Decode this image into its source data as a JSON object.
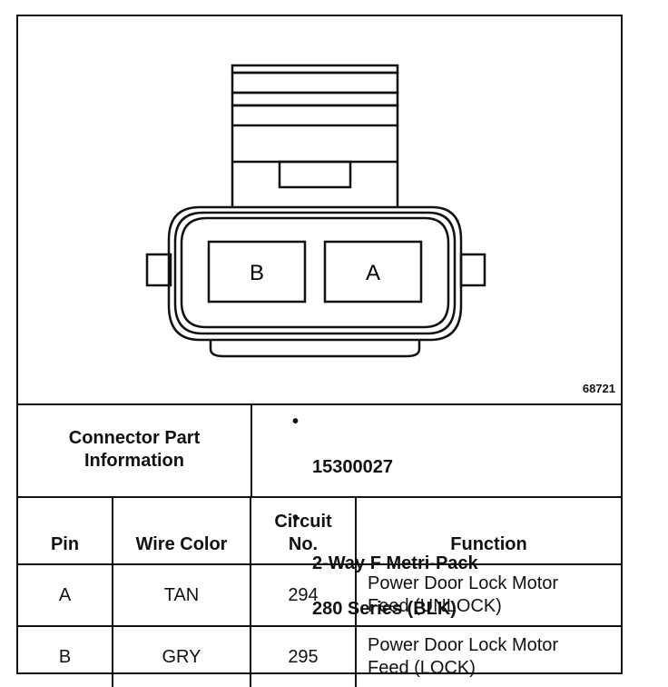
{
  "figure": {
    "number": "68721"
  },
  "connector": {
    "cavities": [
      {
        "label": "B"
      },
      {
        "label": "A"
      }
    ]
  },
  "connector_info": {
    "label_line1": "Connector Part",
    "label_line2": "Information",
    "items": [
      {
        "bullet": "•",
        "text": "15300027"
      },
      {
        "bullet": "•",
        "text": "2-Way F Metri-Pack",
        "text2": "280 Series (BLK)"
      }
    ]
  },
  "pin_table": {
    "headers": {
      "pin": "Pin",
      "wire_color": "Wire Color",
      "circuit_line1": "Circuit",
      "circuit_line2": "No.",
      "function": "Function"
    },
    "rows": [
      {
        "pin": "A",
        "wire_color": "TAN",
        "circuit": "294",
        "function_line1": "Power Door Lock Motor",
        "function_line2": "Feed (UNLOCK)"
      },
      {
        "pin": "B",
        "wire_color": "GRY",
        "circuit": "295",
        "function_line1": "Power Door Lock Motor",
        "function_line2": "Feed (LOCK)"
      }
    ]
  }
}
